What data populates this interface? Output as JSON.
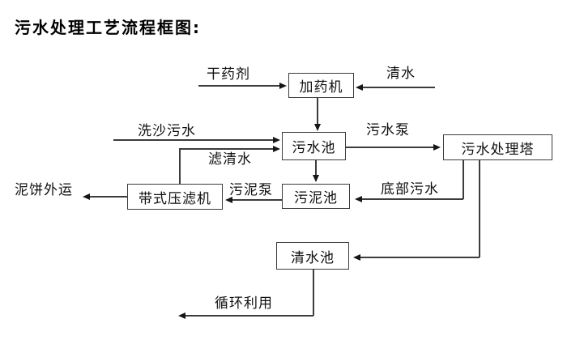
{
  "title": "污水处理工艺流程框图:",
  "nodes": {
    "dosing_machine": "加药机",
    "sewage_pool": "污水池",
    "treatment_tower": "污水处理塔",
    "sludge_pool": "污泥池",
    "belt_filter_press": "带式压滤机",
    "clean_water_pool": "清水池"
  },
  "flow_labels": {
    "dry_agent": "干药剂",
    "clean_water": "清水",
    "sand_washing_sewage": "洗沙污水",
    "sewage_pump": "污水泵",
    "filtered_water": "滤清水",
    "sludge_pump": "污泥泵",
    "bottom_sewage": "底部污水",
    "mud_cake_outbound": "泥饼外运",
    "recycling": "循环利用"
  },
  "edges": [
    {
      "from": "dry_agent_input",
      "to": "dosing_machine",
      "label": "干药剂"
    },
    {
      "from": "clean_water_input",
      "to": "dosing_machine",
      "label": "清水"
    },
    {
      "from": "dosing_machine",
      "to": "sewage_pool",
      "label": ""
    },
    {
      "from": "sand_washing_sewage_input",
      "to": "sewage_pool",
      "label": "洗沙污水"
    },
    {
      "from": "belt_filter_press",
      "to": "sewage_pool",
      "label": "滤清水"
    },
    {
      "from": "sewage_pool",
      "to": "treatment_tower",
      "label": "污水泵"
    },
    {
      "from": "sewage_pool",
      "to": "sludge_pool",
      "label": ""
    },
    {
      "from": "treatment_tower",
      "to": "sludge_pool",
      "label": "底部污水"
    },
    {
      "from": "sludge_pool",
      "to": "belt_filter_press",
      "label": "污泥泵"
    },
    {
      "from": "belt_filter_press",
      "to": "mud_cake_outbound",
      "label": "泥饼外运"
    },
    {
      "from": "treatment_tower",
      "to": "clean_water_pool",
      "label": ""
    },
    {
      "from": "clean_water_pool",
      "to": "recycling",
      "label": "循环利用"
    }
  ],
  "colors": {
    "background": "#ffffff",
    "line": "#3c3c3c",
    "text": "#101010"
  }
}
